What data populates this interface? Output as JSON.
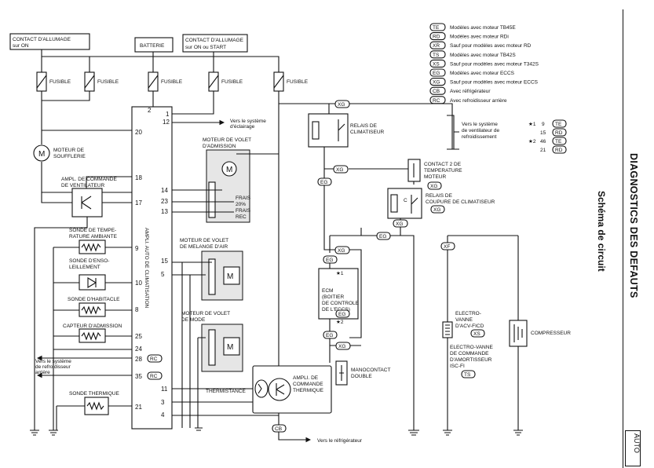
{
  "title": "DIAGNOSTICS DES DEFAUTS",
  "subtitle": "Schéma de circuit",
  "tab_label": "AUTO",
  "legend": [
    {
      "code": "TE",
      "text": "Modèles avec moteur TB45E"
    },
    {
      "code": "RD",
      "text": "Modèles avec moteur RDi"
    },
    {
      "code": "XR",
      "text": "Sauf pour modèles avec moteur RD"
    },
    {
      "code": "TS",
      "text": "Modèles avec moteur TB42S"
    },
    {
      "code": "XS",
      "text": "Sauf pour modèles avec moteur T342S"
    },
    {
      "code": "EG",
      "text": "Modèles avec moteur ECCS"
    },
    {
      "code": "XG",
      "text": "Sauf pour modèles avec moteur ECCS"
    },
    {
      "code": "CB",
      "text": "Avec réfrigérateur"
    },
    {
      "code": "RC",
      "text": "Avec refroidisseur arrière"
    }
  ],
  "notes": {
    "n1_mark": "★1",
    "n1_rows": [
      {
        "pin": "9",
        "code": "TE"
      },
      {
        "pin": "15",
        "code": "RD"
      }
    ],
    "n2_mark": "★2",
    "n2_rows": [
      {
        "pin": "46",
        "code": "TE"
      },
      {
        "pin": "21",
        "code": "RD"
      }
    ]
  },
  "sources": {
    "ignition_on": [
      "CONTACT D'ALLUMAGE",
      "sur ON"
    ],
    "battery": "BATTERIE",
    "ignition_start": [
      "CONTACT D'ALLUMAGE",
      "sur ON ou START"
    ]
  },
  "fuse_label": "FUSIBLE",
  "components": {
    "blower_motor": [
      "MOTEUR DE",
      "SOUFFLERIE"
    ],
    "fan_amp": [
      "AMPL. DE COMMANDE",
      "DE VENTILATEUR"
    ],
    "ambient_sensor": [
      "SONDE DE TEMPE-",
      "RATURE AMBIANTE"
    ],
    "sunload_sensor": [
      "SONDE D'ENSO-",
      "LEILLEMENT"
    ],
    "cabin_sensor": "SONDE D'HABITACLE",
    "intake_sensor": "CAPTEUR D'ADMISSION",
    "rear_cooler": [
      "Vers le système",
      "de refroidisseur",
      "arrière"
    ],
    "thermal_sensor": "SONDE THERMIQUE",
    "auto_amp_label": "AMPLI. AUTO DE CLIMATISATION",
    "lighting": [
      "Vers le système",
      "d'éclairage"
    ],
    "intake_door": [
      "MOTEUR DE VOLET",
      "D'ADMISSION"
    ],
    "intake_modes": [
      "FRAIS",
      "20%",
      "FRAIS",
      "REC"
    ],
    "mix_door": [
      "MOTEUR DE VOLET",
      "DE MELANGE D'AIR"
    ],
    "mode_door": [
      "MOTEUR DE VOLET",
      "DE MODE"
    ],
    "thermistor": "THERMISTANCE",
    "thermal_amp": [
      "AMPLI. DE",
      "COMMANDE",
      "THERMIQUE"
    ],
    "fridge": "Vers le réfrigérateur",
    "ac_relay": [
      "RELAIS DE",
      "CLIMATISEUR"
    ],
    "cooling_fan": [
      "Vers le système",
      "de ventilateur de",
      "refroidissement"
    ],
    "temp_switch": [
      "CONTACT 2 DE",
      "TEMPERATURE",
      "MOTEUR"
    ],
    "cut_relay": [
      "RELAIS DE",
      "COUPURE DE CLIMATISEUR"
    ],
    "ecm": [
      "ECM",
      "(BOITIER",
      "DE CONTROLE",
      "DE L'ECCS)"
    ],
    "dual_switch": [
      "MANOCONTACT",
      "DOUBLE"
    ],
    "acv_valve": [
      "ELECTRO-",
      "VANNE",
      "D'ACV-FICD"
    ],
    "isc_valve": [
      "ELECTRO-VANNE",
      "DE COMMANDE",
      "D'AMORTISSEUR",
      "ISC-FI"
    ],
    "compressor": "COMPRESSEUR"
  },
  "pins": {
    "p1": "1",
    "p2": "2",
    "p12": "12",
    "p20": "20",
    "p18": "18",
    "p17": "17",
    "p14": "14",
    "p23": "23",
    "p13": "13",
    "p9": "9",
    "p15": "15",
    "p5": "5",
    "p10": "10",
    "p8": "8",
    "p25": "25",
    "p24": "24",
    "p28": "28",
    "p35": "35",
    "p11": "11",
    "p3": "3",
    "p4": "4",
    "p21": "21"
  },
  "tags": {
    "XG": "XG",
    "EG": "EG",
    "XF": "XF",
    "XS": "XS",
    "TS": "TS",
    "CB": "CB",
    "RC": "RC",
    "C": "C",
    "star1": "★1",
    "star2": "★2"
  }
}
